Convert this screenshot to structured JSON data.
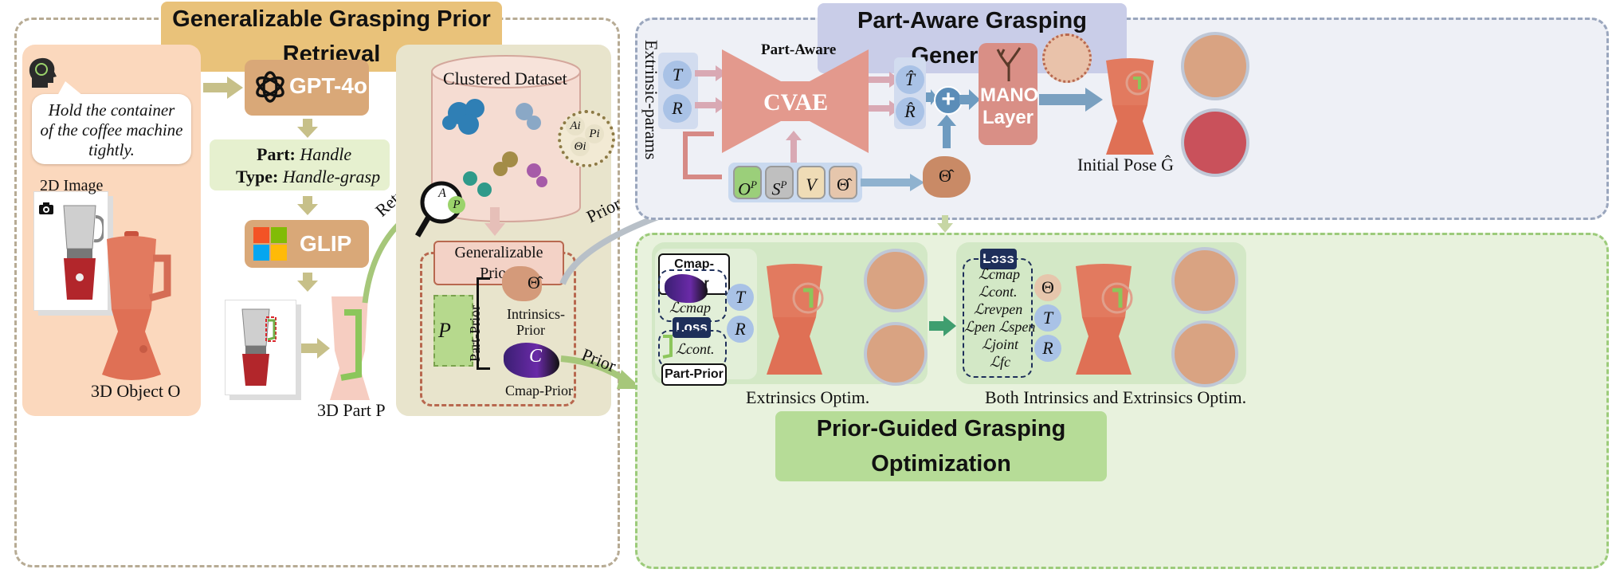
{
  "left_panel": {
    "title": "Generalizable Grasping Prior Retrieval",
    "instruction": "Hold the container of the coffee machine tightly.",
    "image_label": "2D Image",
    "object_label": "3D Object O",
    "gpt_label": "GPT-4o",
    "part_line_key": "Part:",
    "part_line_val": "Handle",
    "type_line_key": "Type:",
    "type_line_val": "Handle-grasp",
    "glip_label": "GLIP",
    "part3d_label": "3D Part P",
    "retrieval_label": "Retrieval",
    "dataset_label": "Clustered Dataset",
    "cluster_symbols": [
      "A",
      "P"
    ],
    "inner_symbols": [
      "Ai",
      "Pi",
      "Θi"
    ],
    "priors_title": "Generalizable Priors",
    "part_prior_label": "Part-Prior",
    "part_prior_symbol": "P",
    "intrinsics_prior_label": "Intrinsics-Prior",
    "intrinsics_symbol": "Θ̂",
    "cmap_prior_label": "Cmap-Prior",
    "cmap_symbol": "C",
    "prior_arrow_1": "Prior",
    "prior_arrow_2": "Prior"
  },
  "top_right_panel": {
    "title": "Part-Aware Grasping Generation",
    "extrinsic_params": "Extrinsic-params",
    "inputs": [
      "T",
      "R"
    ],
    "cvae_top": "Part-Aware",
    "cvae_label": "CVAE",
    "outputs": [
      "T̂",
      "R̂"
    ],
    "plus": "+",
    "mano_label_1": "MANO",
    "mano_label_2": "Layer",
    "conditions": [
      "O",
      "S",
      "V",
      "Θ̂"
    ],
    "condition_sup": [
      "P",
      "P"
    ],
    "theta_hat": "Θ̂",
    "initial_pose": "Initial Pose Ĝ"
  },
  "bottom_right_panel": {
    "title": "Prior-Guided Grasping Optimization",
    "cmap_prior_tag": "Cmap-Prior",
    "loss_tag": "Loss",
    "part_prior_tag": "Part-Prior",
    "l_cmap": "ℒcmap",
    "l_cont": "ℒcont.",
    "params_left": [
      "T",
      "R"
    ],
    "extrinsics_label": "Extrinsics Optim.",
    "loss_tag_2": "Loss",
    "losses": [
      "ℒcmap",
      "ℒcont.",
      "ℒrevpen",
      "ℒpen ℒspen",
      "ℒjoint",
      "ℒfc"
    ],
    "params_right": [
      "Θ",
      "T",
      "R"
    ],
    "both_label": "Both Intrinsics and Extrinsics Optim."
  }
}
